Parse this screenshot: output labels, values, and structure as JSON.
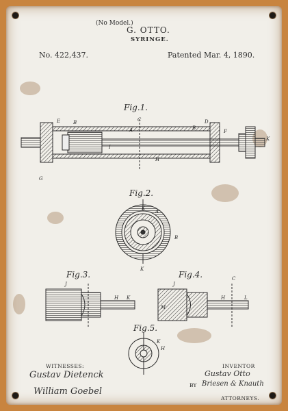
{
  "header": {
    "no_model": "(No Model.)",
    "inventor": "G. OTTO.",
    "invention": "SYRINGE.",
    "patent_number": "No. 422,437.",
    "patent_date": "Patented Mar. 4, 1890."
  },
  "figures": {
    "fig1": "Fig.1.",
    "fig2": "Fig.2.",
    "fig3": "Fig.3.",
    "fig4": "Fig.4.",
    "fig5": "Fig.5."
  },
  "footer": {
    "witnesses_label": "WITNESSES:",
    "witness1": "Gustav Dietenck",
    "witness2": "William Goebel",
    "inventor_label": "INVENTOR",
    "inventor_sig": "Gustav Otto",
    "by_label": "BY",
    "attorney_sig": "Briesen & Knauth",
    "attorneys_label": "ATTORNEYS."
  },
  "letters": {
    "E": "E",
    "B": "B",
    "C": "C",
    "A": "A",
    "D": "D",
    "F": "F",
    "K": "K",
    "H": "H",
    "G": "G",
    "I": "I",
    "J": "J",
    "M": "M",
    "L": "L"
  },
  "colors": {
    "rust": "#c8843f",
    "panel": "#f1efe9",
    "ink": "#2a2a2a"
  }
}
